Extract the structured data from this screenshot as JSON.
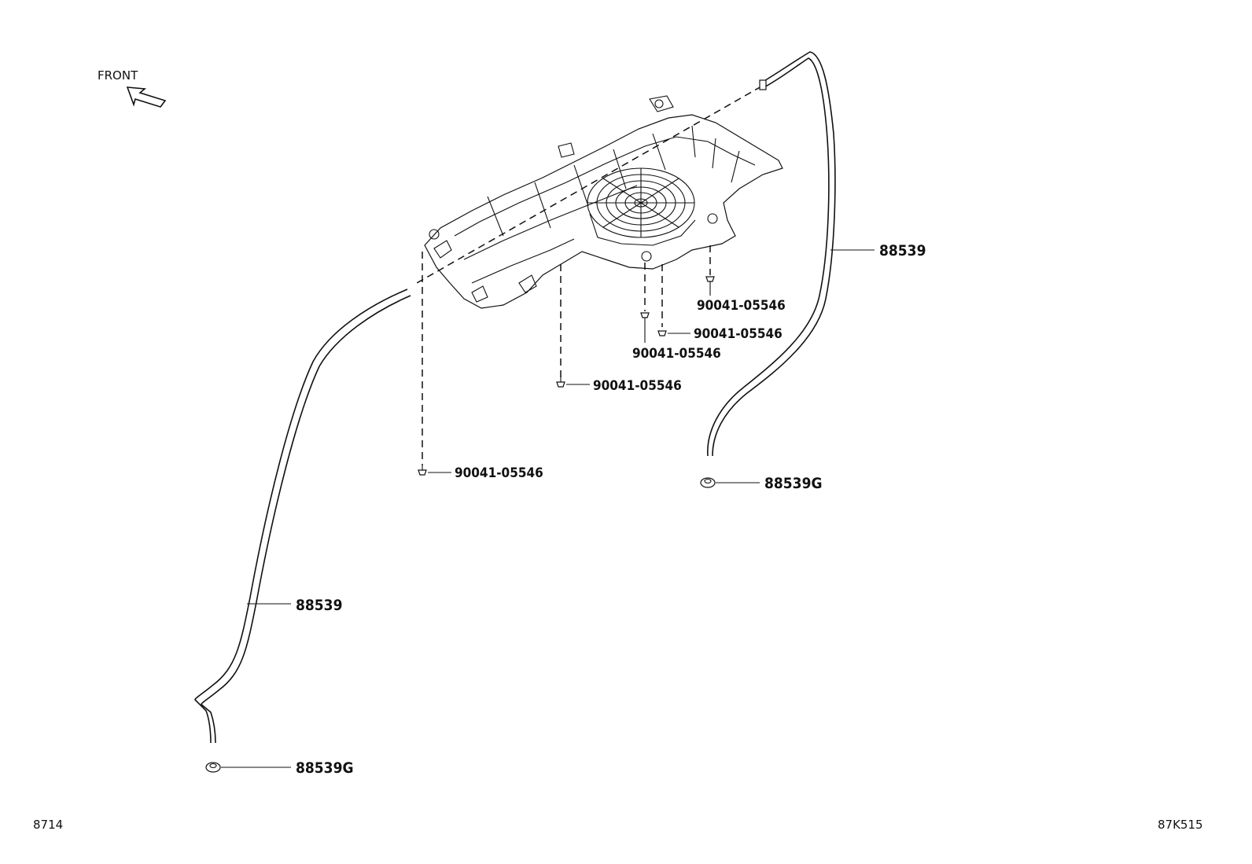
{
  "orientation": {
    "front_label": "FRONT"
  },
  "callouts": {
    "hose_right": "88539",
    "hose_left": "88539",
    "grommet_right": "88539G",
    "grommet_left": "88539G",
    "screw_1": "90041-05546",
    "screw_2": "90041-05546",
    "screw_3": "90041-05546",
    "screw_4": "90041-05546",
    "screw_5": "90041-05546"
  },
  "footer": {
    "left_code": "8714",
    "right_code": "87K515"
  }
}
